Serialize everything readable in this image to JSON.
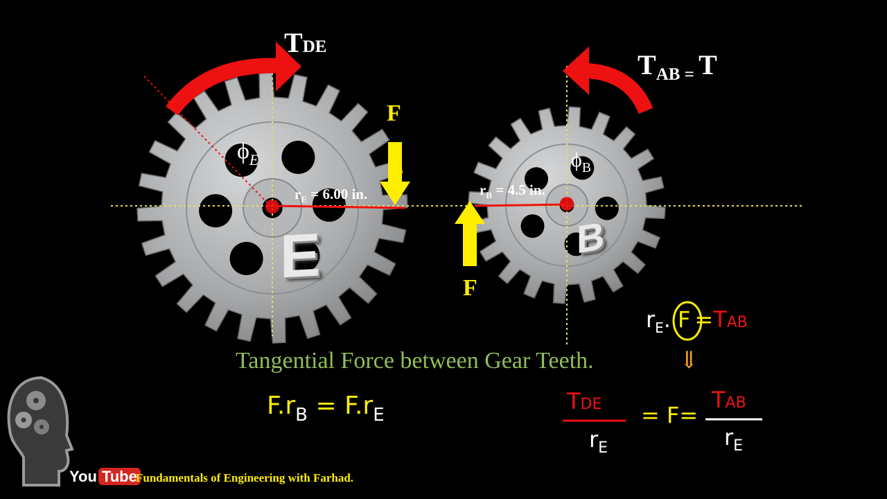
{
  "labels": {
    "torque_de": "T",
    "torque_de_sub": "DE",
    "torque_ab": "T",
    "torque_ab_sub": "AB = ",
    "torque_ab_rhs": "T",
    "force_top": "F",
    "force_bottom": "F",
    "phi_e": "ϕ",
    "phi_e_sub": "E",
    "phi_b": "ϕ",
    "phi_b_sub": "B",
    "radius_e": "r",
    "radius_e_sub": "E",
    "radius_e_value": " = 6.00 in.",
    "radius_b": "r",
    "radius_b_sub": "B",
    "radius_b_value": " = 4.5 in.",
    "gear_e_letter": "E",
    "gear_b_letter": "B"
  },
  "caption": "Tangential Force between Gear Teeth.",
  "equations": {
    "eq1": "F.r",
    "eq1_sub": "B",
    "eq1_mid": " = F.r",
    "eq1_sub2": "E",
    "eq2_r": "r",
    "eq2_r_sub": "E",
    "eq2_dot": ".",
    "eq2_f": "F",
    "eq2_eq": "=",
    "eq2_t": "T",
    "eq2_t_sub": "AB",
    "arrow": "⇓",
    "frac1_num": "T",
    "frac1_num_sub": "DE",
    "frac1_den": "r",
    "frac1_den_sub": "E",
    "mid": "= F=",
    "frac2_num": "T",
    "frac2_num_sub": "AB",
    "frac2_den": "r",
    "frac2_den_sub": "E"
  },
  "footer": {
    "yt_you": "You",
    "yt_tube": "Tube",
    "channel": "Fundamentals of Engineering with Farhad."
  },
  "colors": {
    "background": "#000000",
    "gear": "#a9abad",
    "torque_arrow": "#ee1111",
    "force_arrow": "#ffee00",
    "guide_line": "#e8e05a",
    "radius_line": "#ee1111",
    "caption": "#8fbe5a",
    "eq_yellow": "#ffee00",
    "eq_red": "#ee1111"
  }
}
